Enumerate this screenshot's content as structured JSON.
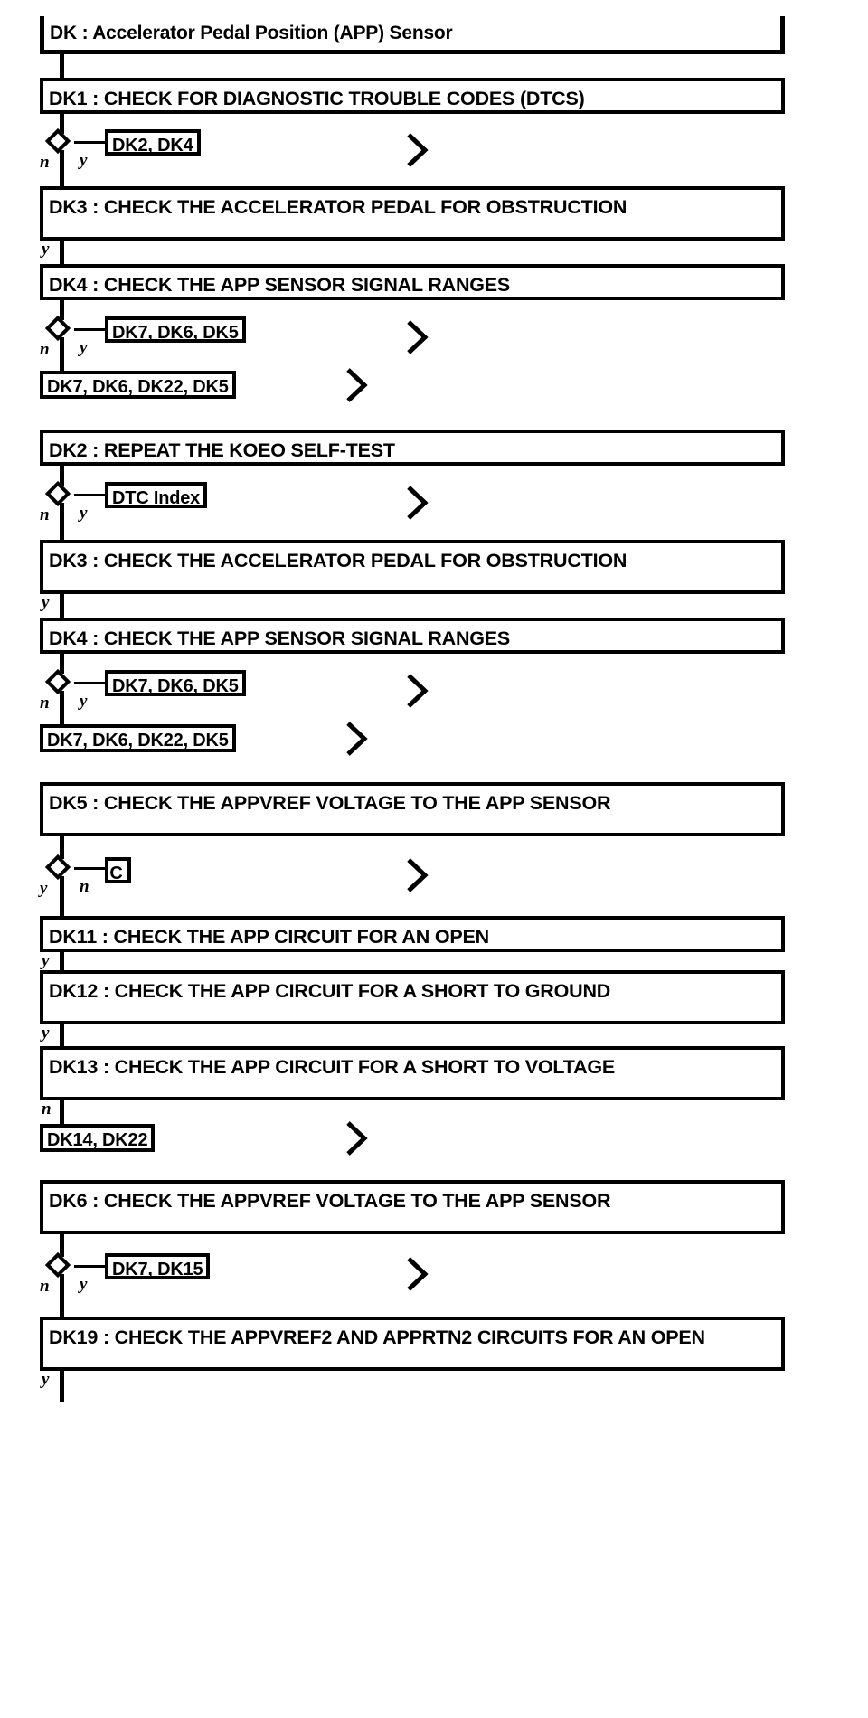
{
  "document": {
    "title": "DK : Accelerator Pedal Position (APP) Sensor"
  },
  "steps": [
    {
      "id": "banner",
      "text": "DK : Accelerator Pedal Position (APP) Sensor"
    },
    {
      "id": "dk1",
      "text": "DK1 : CHECK FOR DIAGNOSTIC TROUBLE CODES (DTCS)"
    },
    {
      "id": "dk3a",
      "text": "DK3 : CHECK THE ACCELERATOR PEDAL FOR OBSTRUCTION"
    },
    {
      "id": "dk4a",
      "text": "DK4 : CHECK THE APP SENSOR SIGNAL RANGES"
    },
    {
      "id": "dk2",
      "text": "DK2 : REPEAT THE KOEO SELF-TEST"
    },
    {
      "id": "dk3b",
      "text": "DK3 : CHECK THE ACCELERATOR PEDAL FOR OBSTRUCTION"
    },
    {
      "id": "dk4b",
      "text": "DK4 : CHECK THE APP SENSOR SIGNAL RANGES"
    },
    {
      "id": "dk5",
      "text": "DK5 : CHECK THE APPVREF VOLTAGE TO THE APP SENSOR"
    },
    {
      "id": "dk11",
      "text": "DK11 : CHECK THE APP CIRCUIT FOR AN OPEN"
    },
    {
      "id": "dk12",
      "text": "DK12 : CHECK THE APP CIRCUIT FOR A SHORT TO GROUND"
    },
    {
      "id": "dk13",
      "text": "DK13 : CHECK THE APP CIRCUIT FOR A SHORT TO VOLTAGE"
    },
    {
      "id": "dk6",
      "text": "DK6 : CHECK THE APPVREF VOLTAGE TO THE APP SENSOR"
    },
    {
      "id": "dk19",
      "text": "DK19 : CHECK THE APPVREF2 AND APPRTN2 CIRCUITS FOR AN OPEN"
    }
  ],
  "refs": [
    {
      "id": "ref1",
      "text": "DK2, DK4"
    },
    {
      "id": "ref2",
      "text": "DK7, DK6, DK5"
    },
    {
      "id": "ref3",
      "text": "DK7, DK6, DK22, DK5"
    },
    {
      "id": "ref4",
      "text": "DTC Index"
    },
    {
      "id": "ref5",
      "text": "DK7, DK6, DK5"
    },
    {
      "id": "ref6",
      "text": "DK7, DK6, DK22, DK5"
    },
    {
      "id": "ref7",
      "text": "C"
    },
    {
      "id": "ref8",
      "text": "DK14, DK22"
    },
    {
      "id": "ref9",
      "text": "DK7, DK15"
    }
  ],
  "branch_labels": {
    "yes": "y",
    "no": "n"
  },
  "branches": [
    {
      "id": "b1",
      "down": "n",
      "side": "y"
    },
    {
      "id": "b2",
      "down": "n",
      "side": "y"
    },
    {
      "id": "b3",
      "down": "n",
      "side": "y"
    },
    {
      "id": "b4",
      "down": "n",
      "side": "y"
    },
    {
      "id": "b5",
      "down": "y",
      "side": "n"
    },
    {
      "id": "b6",
      "down": "n",
      "side": "y"
    }
  ],
  "edge_labels": [
    {
      "id": "e_dk3a_out",
      "text": "y"
    },
    {
      "id": "e_dk3b_out",
      "text": "y"
    },
    {
      "id": "e_dk11_out",
      "text": "y"
    },
    {
      "id": "e_dk12_out",
      "text": "y"
    },
    {
      "id": "e_dk13_out",
      "text": "n"
    },
    {
      "id": "e_dk19_out",
      "text": "y"
    }
  ],
  "icons": {
    "chevron": "chevron-right-icon",
    "decision": "decision-diamond-icon"
  },
  "colors": {
    "line": "#000000",
    "background": "#ffffff",
    "text": "#000000"
  }
}
